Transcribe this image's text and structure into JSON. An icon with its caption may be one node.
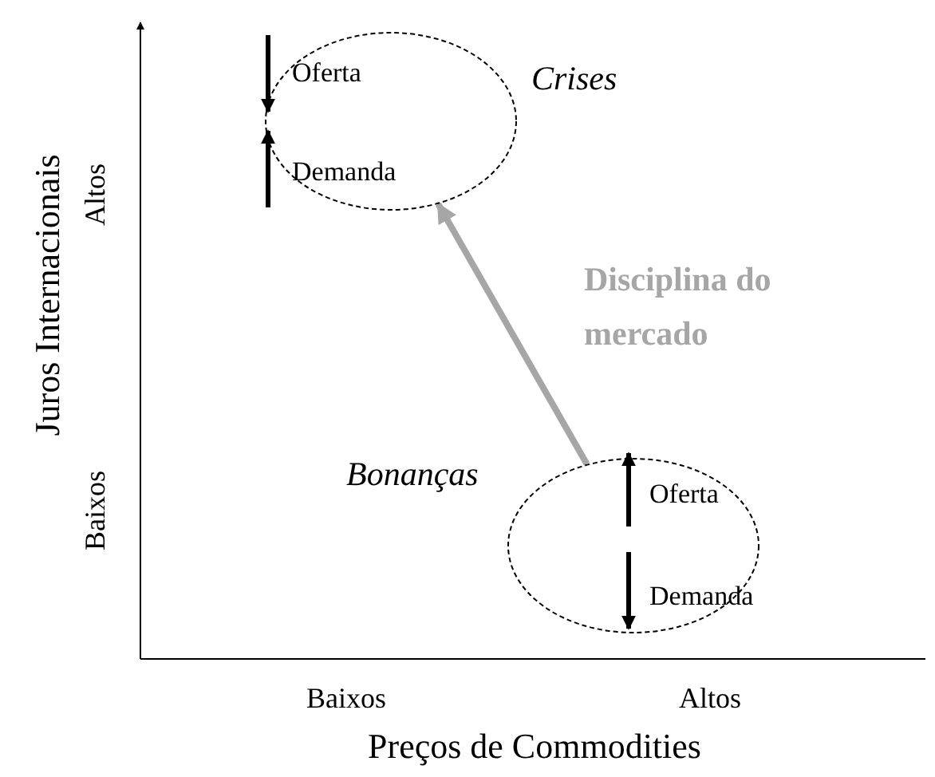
{
  "diagram": {
    "nodes": [
      {
        "text": [
          "Oferta",
          "Demanda"
        ],
        "beside": [
          "Crises"
        ]
      },
      {
        "text": [
          "Oferta",
          "Demanda"
        ],
        "beside": [
          "Bonanças"
        ]
      }
    ],
    "edges": [
      {
        "from": 1,
        "to": 0,
        "arrow": "to",
        "label": "Disciplina do mercado"
      }
    ],
    "labels": [
      "Juros Internacionais",
      "Altos",
      "Baixos",
      "Baixos",
      "Altos",
      "Preços de Commodities"
    ]
  }
}
